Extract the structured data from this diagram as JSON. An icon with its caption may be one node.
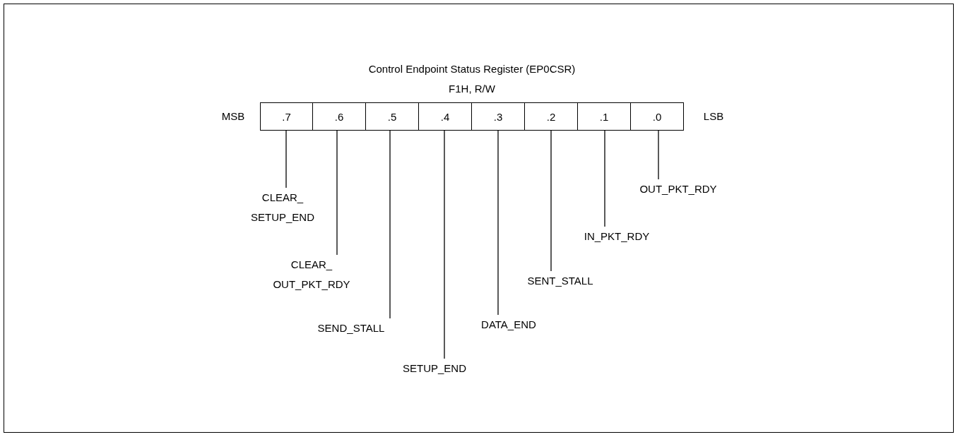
{
  "diagram": {
    "title": "Control Endpoint Status Register (EP0CSR)",
    "nodes": [
      {
        "text": [
          ".7"
        ]
      },
      {
        "text": [
          ".6"
        ]
      },
      {
        "text": [
          ".5"
        ]
      },
      {
        "text": [
          ".4"
        ]
      },
      {
        "text": [
          ".3"
        ]
      },
      {
        "text": [
          ".2"
        ]
      },
      {
        "text": [
          ".1"
        ]
      },
      {
        "text": [
          ".0"
        ]
      },
      {
        "text": [
          "CLEAR_ SETUP_END"
        ]
      },
      {
        "text": [
          "CLEAR_ OUT_PKT_RDY"
        ]
      },
      {
        "text": [
          "SEND_STALL"
        ]
      },
      {
        "text": [
          "SETUP_END"
        ]
      },
      {
        "text": [
          "DATA_END"
        ]
      },
      {
        "text": [
          "SENT_STALL"
        ]
      },
      {
        "text": [
          "IN_PKT_RDY"
        ]
      },
      {
        "text": [
          "OUT_PKT_RDY"
        ]
      }
    ],
    "edges": [
      {
        "from": 0,
        "to": 8,
        "arrow": "none"
      },
      {
        "from": 1,
        "to": 9,
        "arrow": "none"
      },
      {
        "from": 2,
        "to": 10,
        "arrow": "none"
      },
      {
        "from": 3,
        "to": 11,
        "arrow": "none"
      },
      {
        "from": 4,
        "to": 12,
        "arrow": "none"
      },
      {
        "from": 5,
        "to": 13,
        "arrow": "none"
      },
      {
        "from": 6,
        "to": 14,
        "arrow": "none"
      },
      {
        "from": 7,
        "to": 15,
        "arrow": "none"
      }
    ],
    "labels": [
      "F1H, R/W",
      "MSB",
      "LSB"
    ]
  }
}
